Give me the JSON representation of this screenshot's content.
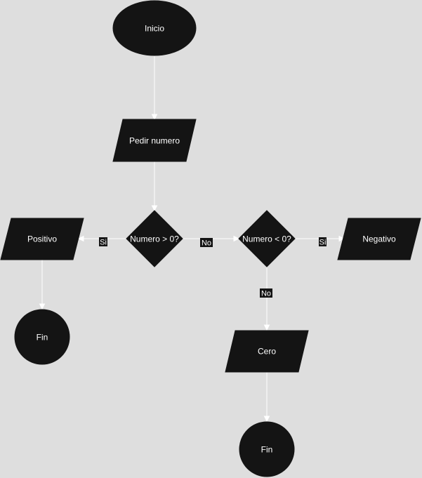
{
  "nodes": {
    "start": {
      "label": "Inicio"
    },
    "input": {
      "label": "Pedir numero"
    },
    "decision_positive": {
      "label": "Numero > 0?"
    },
    "decision_negative": {
      "label": "Numero < 0?"
    },
    "output_positive": {
      "label": "Positivo"
    },
    "output_negative": {
      "label": "Negativo"
    },
    "output_zero": {
      "label": "Cero"
    },
    "end_left": {
      "label": "Fin"
    },
    "end_bottom": {
      "label": "Fin"
    }
  },
  "edges": {
    "gt_yes": {
      "label": "Si"
    },
    "gt_no": {
      "label": "No"
    },
    "lt_yes": {
      "label": "Si"
    },
    "lt_no": {
      "label": "No"
    }
  }
}
